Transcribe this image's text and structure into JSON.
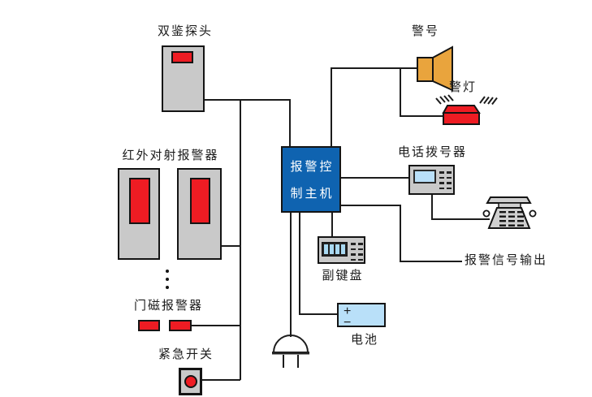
{
  "diagram": {
    "type": "security-alarm-system-wiring-diagram",
    "labels": {
      "dual_detector": "双鉴探头",
      "infrared_beam_alarm": "红外对射报警器",
      "door_magnet_alarm": "门磁报警器",
      "emergency_switch": "紧急开关",
      "control_host_line1": "报警控",
      "control_host_line2": "制主机",
      "siren": "警号",
      "warning_light": "警灯",
      "phone_dialer": "电话拨号器",
      "sub_keypad": "副键盘",
      "battery": "电池",
      "alarm_signal_output": "报警信号输出"
    },
    "battery_terminals": {
      "positive": "+",
      "negative": "−"
    },
    "icons": {
      "siren": "speaker-horn-icon",
      "warning_light": "flashing-lamp-icon",
      "telephone": "telephone-icon",
      "power_plug": "power-plug-icon",
      "more_devices": "vertical-ellipsis-icon"
    },
    "colors": {
      "device_gray": "#c9c9c9",
      "alarm_red": "#ee1c23",
      "host_blue": "#0f63b0",
      "screen_blue": "#b9e0f9",
      "siren_orange": "#e9a43d",
      "wire_black": "#1c1c1c",
      "background": "#ffffff"
    }
  }
}
